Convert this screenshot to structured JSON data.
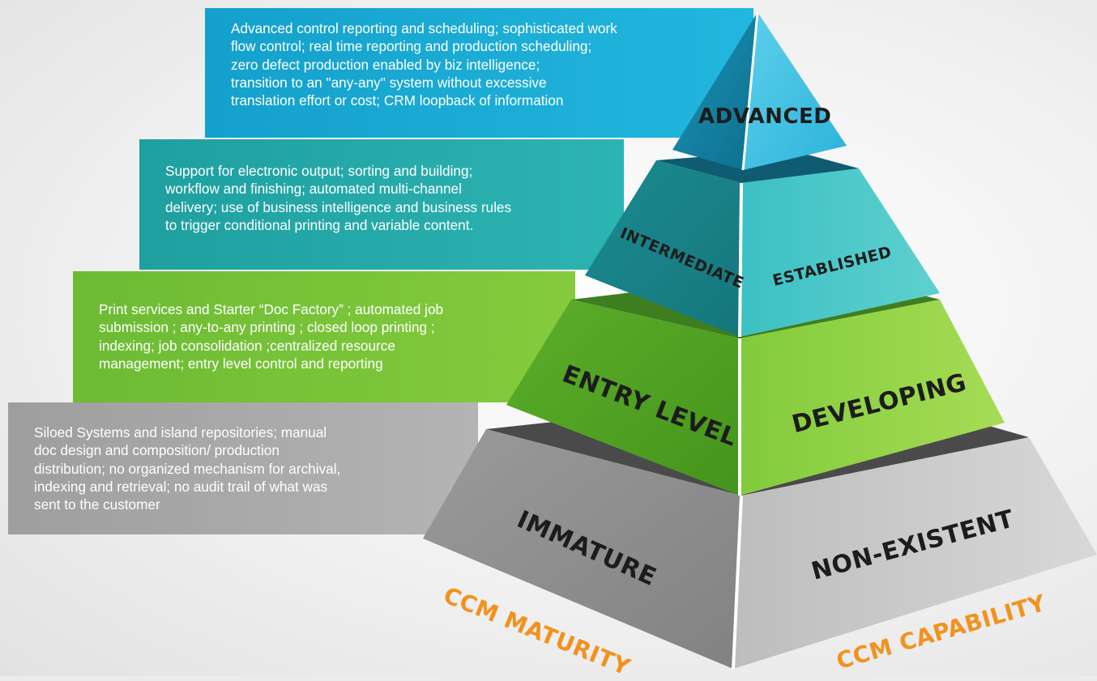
{
  "levels": {
    "advanced": {
      "title": "ADVANCED",
      "description": "Advanced control reporting and scheduling; sophisticated work\nflow control; real time reporting and production scheduling;\nzero defect production enabled by biz intelligence;\ntransition to an \"any-any\" system without excessive\ntranslation effort or cost; CRM loopback of information",
      "color": "#1aaedb"
    },
    "intermediate": {
      "maturity_label": "INTERMEDIATE",
      "capability_label": "ESTABLISHED",
      "description": "Support for electronic output; sorting and building;\nworkflow and finishing; automated multi-channel\ndelivery; use of business intelligence and business rules\nto trigger conditional printing and variable content.",
      "color": "#27aaa9"
    },
    "entry": {
      "maturity_label": "ENTRY LEVEL",
      "capability_label": "DEVELOPING",
      "description": "Print services and Starter “Doc Factory” ; automated job\nsubmission ; any-to-any printing ; closed loop printing ;\nindexing; job consolidation ;centralized resource\nmanagement; entry level control and reporting",
      "color": "#78c13a"
    },
    "immature": {
      "maturity_label": "IMMATURE",
      "capability_label": "NON-EXISTENT",
      "description": "Siloed Systems and island repositories; manual\ndoc design and composition/ production\ndistribution; no organized mechanism for archival,\nindexing and retrieval; no audit trail of what was\nsent to the customer",
      "color": "#a9a9a9"
    }
  },
  "axes": {
    "maturity": "CCM MATURITY",
    "capability": "CCM CAPABILITY"
  }
}
